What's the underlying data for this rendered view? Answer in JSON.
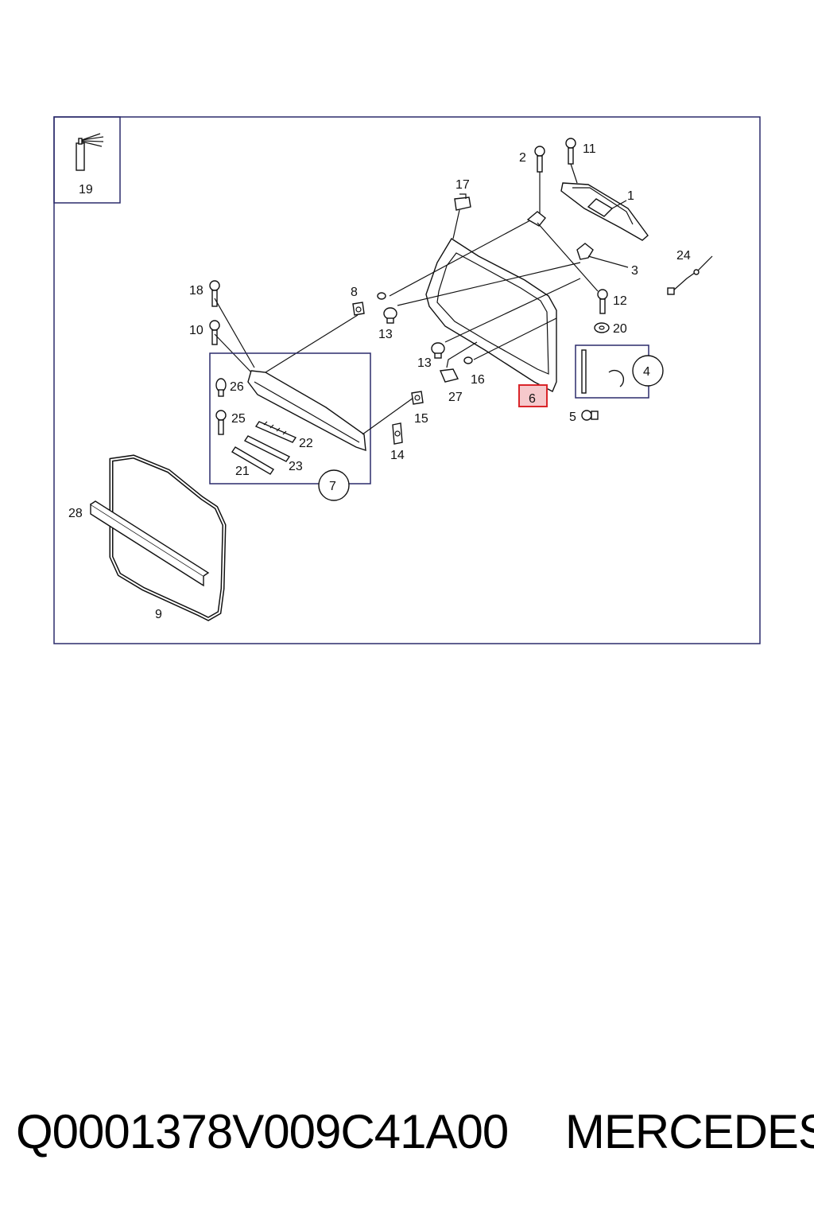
{
  "callouts": {
    "c1": "1",
    "c2": "2",
    "c3": "3",
    "c4": "4",
    "c5": "5",
    "c6": "6",
    "c7": "7",
    "c8": "8",
    "c9": "9",
    "c10": "10",
    "c11": "11",
    "c12": "12",
    "c13a": "13",
    "c13b": "13",
    "c14": "14",
    "c15": "15",
    "c16": "16",
    "c17": "17",
    "c18": "18",
    "c19": "19",
    "c20": "20",
    "c21": "21",
    "c22": "22",
    "c23": "23",
    "c24": "24",
    "c25": "25",
    "c26": "26",
    "c27": "27",
    "c28": "28"
  },
  "highlight": {
    "part": "6",
    "color": "#d9252a",
    "fill": "#f6c9cc"
  },
  "caption": {
    "code": "Q0001378V009C41A00",
    "brand": "MERCEDES"
  }
}
